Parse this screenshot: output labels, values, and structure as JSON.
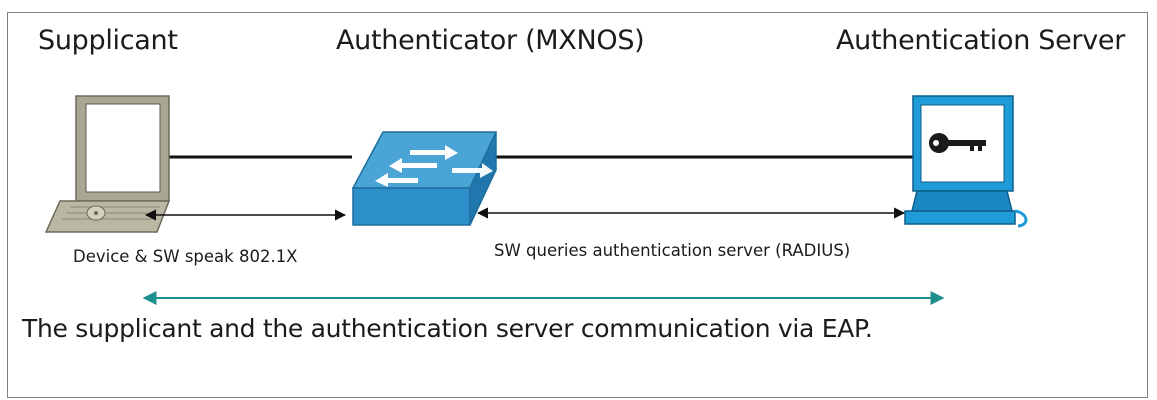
{
  "headings": {
    "supplicant": "Supplicant",
    "authenticator": "Authenticator (MXNOS)",
    "server": "Authentication Server"
  },
  "annotations": {
    "device_to_switch": "Device & SW speak 802.1X",
    "switch_to_server": "SW queries authentication server (RADIUS)",
    "end_to_end": "The supplicant and the authentication server communication via EAP."
  },
  "colors": {
    "switch_top": "#4aa5d6",
    "switch_front": "#2d8fc9",
    "server_body": "#1f9bd7",
    "laptop_body": "#b0ad9a",
    "eap_arrow": "#1d8f8f",
    "link_line": "#111111"
  },
  "icons": {
    "supplicant": "laptop-icon",
    "authenticator": "network-switch-icon",
    "server": "authentication-server-icon"
  }
}
